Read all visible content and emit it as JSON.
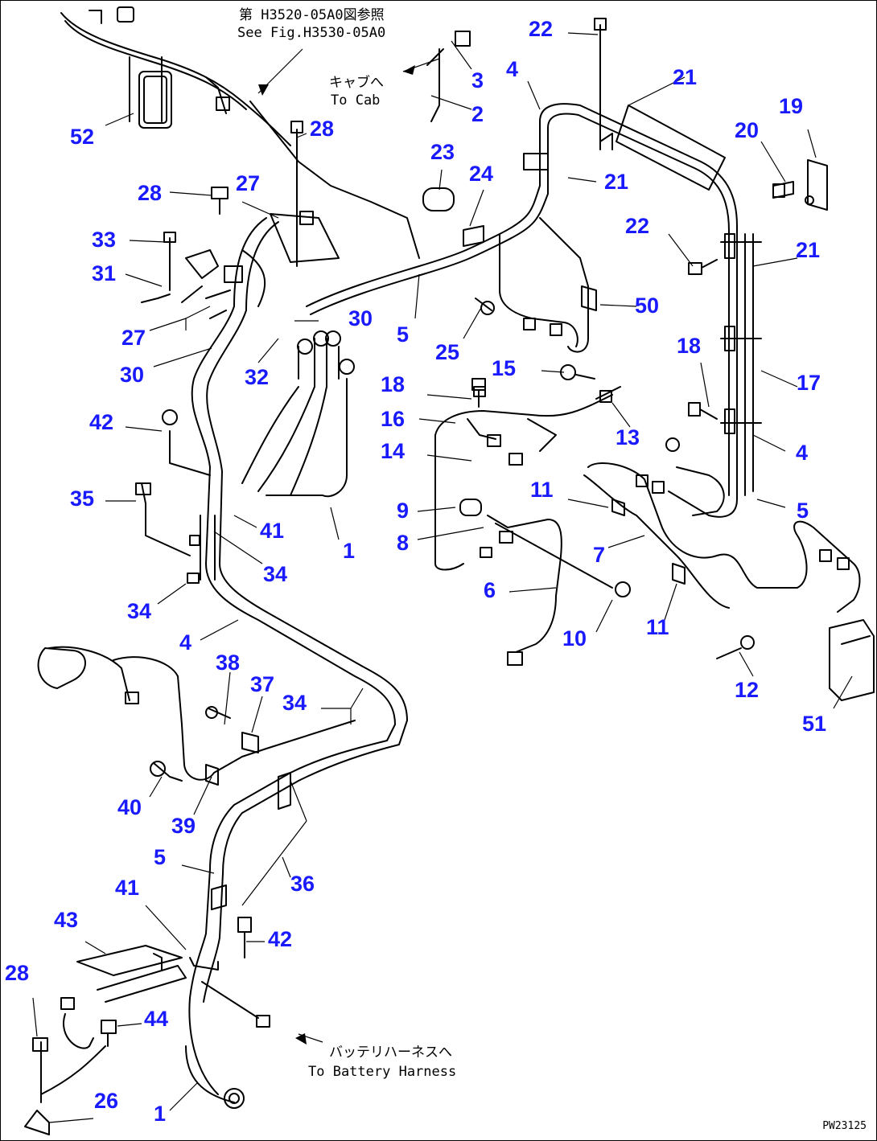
{
  "notes": {
    "top_jp": "第 H3520-05A0図参照",
    "top_en": "See Fig.H3530-05A0",
    "cab_jp": "キャブへ",
    "cab_en": "To Cab",
    "battery_jp": "バッテリハーネスへ",
    "battery_en": "To Battery Harness"
  },
  "drawing_code": "PW23125",
  "callouts": [
    "22",
    "3",
    "2",
    "4",
    "21",
    "19",
    "20",
    "52",
    "28",
    "23",
    "24",
    "21",
    "22",
    "21",
    "27",
    "28",
    "33",
    "31",
    "27",
    "30",
    "30",
    "32",
    "5",
    "25",
    "50",
    "18",
    "15",
    "17",
    "18",
    "16",
    "13",
    "14",
    "4",
    "42",
    "35",
    "11",
    "9",
    "8",
    "41",
    "1",
    "7",
    "5",
    "34",
    "34",
    "6",
    "10",
    "11",
    "12",
    "4",
    "51",
    "38",
    "37",
    "34",
    "40",
    "39",
    "5",
    "36",
    "41",
    "43",
    "42",
    "28",
    "44",
    "26",
    "1"
  ]
}
